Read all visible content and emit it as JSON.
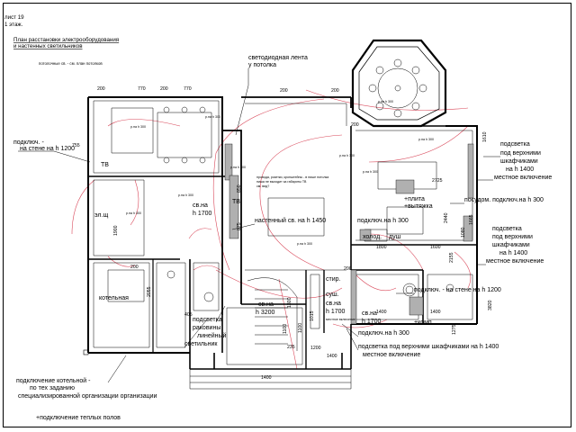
{
  "header": {
    "sheet": "лист  19",
    "floor": "1 этаж.",
    "title_line1": "План расстановки электрооборудования",
    "title_line2": "и настенных светильников",
    "ceiling_note": "потолочные св. - см. план потолков"
  },
  "callouts": {
    "led_strip_1": "светодиодная лента",
    "led_strip_2": "у потолка",
    "wall_conn_1200_1": "подключ. -",
    "wall_conn_1200_2": "на стене на h 1200",
    "backlight_1400_a1": "подсветка",
    "backlight_1400_a2": "под верхними",
    "backlight_1400_a3": "шкафчиками",
    "backlight_1400_a4": "на h 1400",
    "backlight_1400_a5": "местное включение",
    "dishwasher": "посудом. подключ.на h 300",
    "backlight_1400_b1": "подсветка",
    "backlight_1400_b2": "под верхними",
    "backlight_1400_b3": "шкафчиками",
    "backlight_1400_b4": "на h 1400",
    "backlight_1400_b5": "местное включение",
    "wall_conn_right": "подключ. - на стене на h 1200",
    "boiler_1": "подключение котельной -",
    "boiler_2": "по тех заданию",
    "boiler_3": "специализированной организации организации",
    "floor_heating": "+подключение теплых полов",
    "conn_300": "подключ.на h 300",
    "backlight_bottom_1": "подсветка под верхними шкафчиками на h 1400",
    "backlight_bottom_2": "местное включение",
    "sink_backlight_1": "подсветка",
    "sink_backlight_2": "раковины",
    "linear_1": "линейный",
    "linear_2": "светильник",
    "wall_lamp_1450": "настенный св. на h 1450",
    "sv_1700_a1": "св.на",
    "sv_1700_a2": "h 1700",
    "sv_1700_b1": "св.на",
    "sv_1700_b2": "h 1700",
    "sv_1700_c1": "св.на",
    "sv_1700_c2": "h 1700",
    "sv_1700_c3": "местное включение",
    "sv_3200_1": "св.на",
    "sv_3200_2": "h 3200",
    "plate": "+плита",
    "hood": "+вытяжка",
    "comp": "+комп.",
    "boiler_room": "котельная",
    "elsch": "эл.щ",
    "tv1": "ТВ",
    "tv2": "ТВ",
    "fridge": "холод.",
    "shower": "душ",
    "washer_1": "стир.",
    "washer_2": "суш.",
    "wire_note": "провода, розетки, кронштейны - в нише потолка",
    "wire_note2": "ниша не выходит за габариты ТВ",
    "wire_note3": "см. вид?",
    "socket_label": "р.на h 300"
  },
  "dimensions": {
    "d770a": "770",
    "d770b": "770",
    "d200a": "200",
    "d200b": "200",
    "d200c": "200",
    "d200d": "200",
    "d200e": "200",
    "d200f": "200",
    "d200g": "200",
    "d755": "755",
    "d1610": "1610",
    "d2725": "2725",
    "d2440": "2440",
    "d1080": "1080",
    "d1665": "1665",
    "d1800": "1800",
    "d1600": "1600",
    "d1400a": "1400",
    "d1400b": "1400",
    "d1400c": "1400",
    "d1900": "1900",
    "d2055": "2055",
    "d2155": "2155",
    "d3820": "3820",
    "d1275": "1275",
    "d1015": "1015",
    "d1300": "1300",
    "d1100a": "1100",
    "d1100b": "1100",
    "d850": "850",
    "d875": "875",
    "d405": "405",
    "d235": "235",
    "d1200": "1200",
    "d1400d": "1400"
  },
  "colors": {
    "line": "#000000",
    "wiring": "#d9485a",
    "fill_gray": "#b0b0b0"
  }
}
